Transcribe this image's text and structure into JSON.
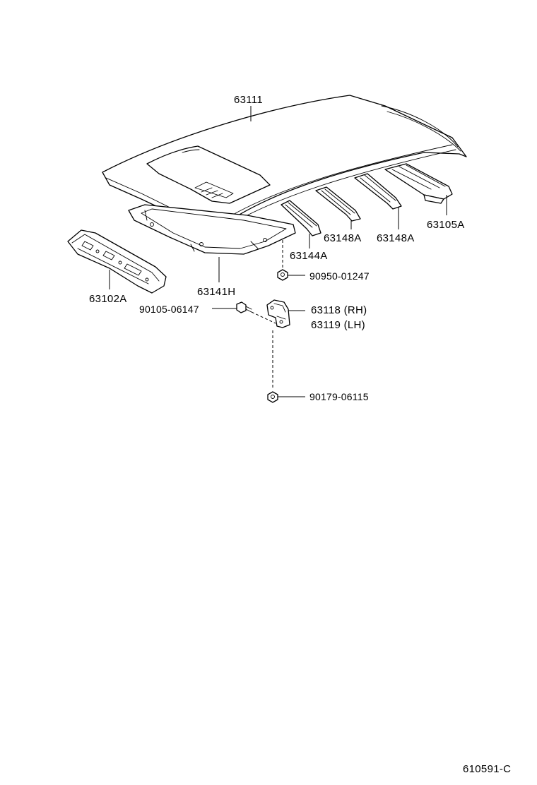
{
  "parts": {
    "roof_panel": "63111",
    "roof_bow_rear": "63105A",
    "roof_bow_1": "63148A",
    "roof_bow_2": "63148A",
    "roof_bow_front": "63144A",
    "front_header": "63102A",
    "sunroof_reinforcement": "63141H",
    "nut_90950": "90950-01247",
    "bolt_90105": "90105-06147",
    "bracket_rh": "63118 (RH)",
    "bracket_lh": "63119 (LH)",
    "nut_90179": "90179-06115"
  },
  "diagram_id": "610591-C"
}
